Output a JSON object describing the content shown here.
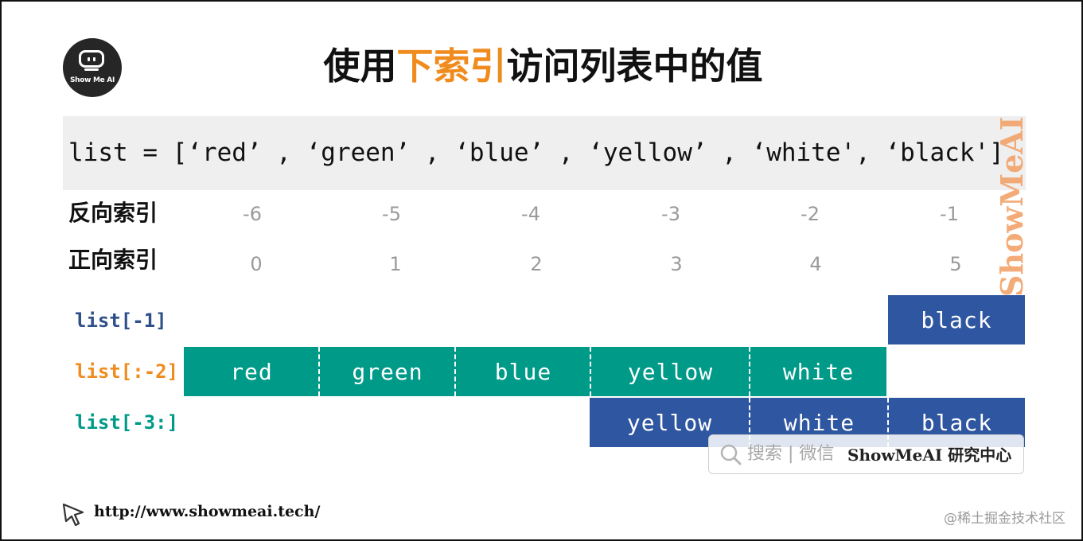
{
  "logo": {
    "text": "Show Me AI"
  },
  "title": {
    "prefix": "使用",
    "highlight": "下索引",
    "suffix": "访问列表中的值"
  },
  "code": {
    "line": "list = [‘red’ , ‘green’ , ‘blue’ , ‘yellow’ , ‘white', ‘black']"
  },
  "watermark": {
    "vertical": "ShowMeAI"
  },
  "index_rows": {
    "negative": {
      "label": "反向索引",
      "values": [
        "-6",
        "-5",
        "-4",
        "-3",
        "-2",
        "-1"
      ]
    },
    "positive": {
      "label": "正向索引",
      "values": [
        "0",
        "1",
        "2",
        "3",
        "4",
        "5"
      ]
    }
  },
  "slices": [
    {
      "label": "list[-1]",
      "color": "#2f4f8a",
      "cells": [
        "black"
      ]
    },
    {
      "label": "list[:-2]",
      "color": "#f08c1e",
      "cells": [
        "red",
        "green",
        "blue",
        "yellow",
        "white"
      ]
    },
    {
      "label": "list[-3:]",
      "color": "#009a88",
      "cells": [
        "yellow",
        "white",
        "black"
      ]
    }
  ],
  "colors": {
    "teal": "#009a88",
    "blue": "#2f56a0",
    "accent": "#f08c1e"
  },
  "search": {
    "text": "搜索 | 微信",
    "brand": "ShowMeAI 研究中心"
  },
  "footer": {
    "url": "http://www.showmeai.tech/",
    "credit": "@稀土掘金技术社区"
  }
}
